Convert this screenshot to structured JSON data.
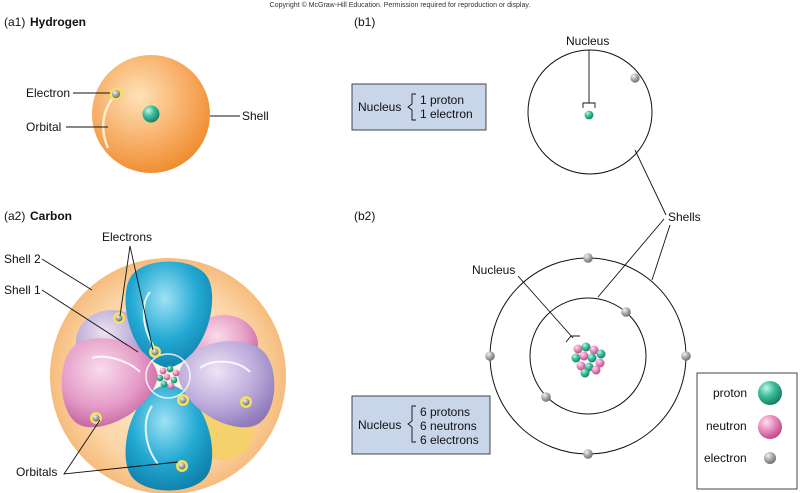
{
  "copyright": "Copyright © McGraw-Hill Education. Permission required for reproduction or display.",
  "hydrogen": {
    "tag": "(a1)",
    "title": "Hydrogen",
    "labels": {
      "electron": "Electron",
      "orbital": "Orbital",
      "shell": "Shell"
    }
  },
  "carbon": {
    "tag": "(a2)",
    "title": "Carbon",
    "labels": {
      "electrons": "Electrons",
      "shell2": "Shell 2",
      "shell1": "Shell 1",
      "orbitals": "Orbitals"
    }
  },
  "b1": {
    "tag": "(b1)",
    "nucleus_label": "Nucleus",
    "box": {
      "title": "Nucleus",
      "line1": "1 proton",
      "line2": "1 electron"
    }
  },
  "b2": {
    "tag": "(b2)",
    "nucleus_label": "Nucleus",
    "box": {
      "title": "Nucleus",
      "line1": "6 protons",
      "line2": "6 neutrons",
      "line3": "6 electrons"
    }
  },
  "shells_label": "Shells",
  "legend": {
    "proton": "proton",
    "neutron": "neutron",
    "electron": "electron"
  },
  "colors": {
    "proton": "#2fa58a",
    "neutron": "#e07ab2",
    "electron": "#9a9a9a",
    "shell": "#f5a14a",
    "box": "#c9d6ea",
    "orbital_blue": "#1fa7cf",
    "orbital_purple": "#b9a6d6",
    "orbital_pink": "#e39ac6"
  }
}
